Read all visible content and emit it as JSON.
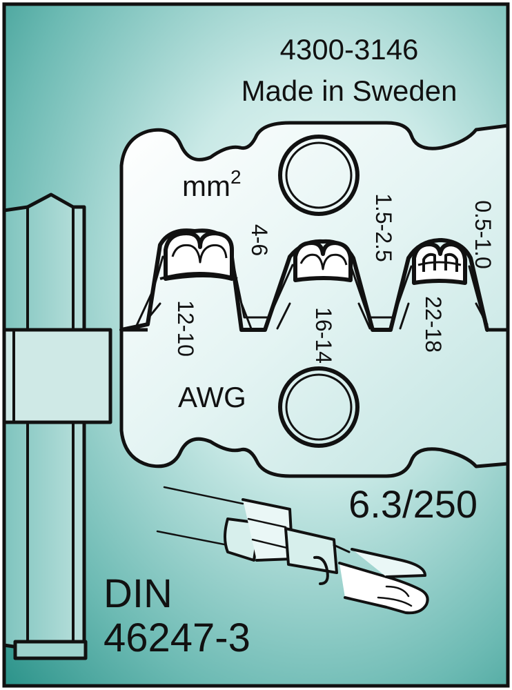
{
  "header": {
    "part_number": "4300-3146",
    "origin": "Made in Sweden"
  },
  "die": {
    "mm2_unit": "mm",
    "mm2_superscript": "2",
    "awg_unit": "AWG",
    "cavities": [
      {
        "mm2": "4-6",
        "awg": "12-10"
      },
      {
        "mm2": "1.5-2.5",
        "awg": "16-14"
      },
      {
        "mm2": "0.5-1.0",
        "awg": "22-18"
      }
    ]
  },
  "terminal": {
    "size": "6.3/250"
  },
  "standard": {
    "line1": "DIN",
    "line2": "46247-3"
  },
  "colors": {
    "body_light": "#dff2f1",
    "body_mid": "#9fd4d0",
    "body_dark": "#3c9f97",
    "outline": "#111111"
  }
}
